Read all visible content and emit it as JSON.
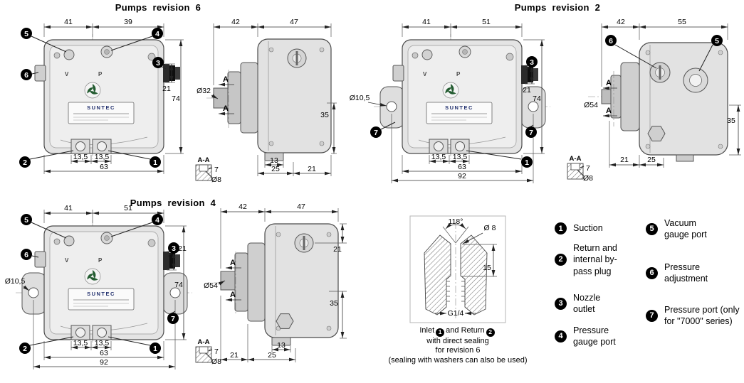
{
  "titles": {
    "rev6": "Pumps revision 6",
    "rev2": "Pumps revision 2",
    "rev4": "Pumps revision 4"
  },
  "brand": "SUNTEC",
  "face": {
    "v": "V",
    "p": "P"
  },
  "section_arrow": "A",
  "callouts": {
    "c1": "1",
    "c2": "2",
    "c3": "3",
    "c4": "4",
    "c5": "5",
    "c6": "6",
    "c7": "7"
  },
  "rev6": {
    "front": {
      "top1": "41",
      "top2": "39",
      "right1": "21",
      "right2": "74",
      "bot1": "13,5",
      "bot2": "13,5",
      "bot3": "63"
    },
    "side": {
      "top1": "42",
      "top2": "47",
      "dia": "Ø32",
      "right1": "35",
      "bot1": "13",
      "bot2": "25",
      "bot3": "21"
    },
    "section": {
      "label": "A-A",
      "depth": "7",
      "dia": "Ø8"
    }
  },
  "rev2": {
    "front": {
      "top1": "41",
      "top2": "51",
      "right1": "21",
      "right2": "74",
      "dia": "Ø10,5",
      "bot1": "13,5",
      "bot2": "13,5",
      "bot3": "63",
      "bot4": "92"
    },
    "side": {
      "top1": "42",
      "top2": "55",
      "dia": "Ø54",
      "right1": "35",
      "bot1": "21",
      "bot2": "25"
    },
    "section": {
      "label": "A-A",
      "depth": "7",
      "dia": "Ø8"
    }
  },
  "rev4": {
    "front": {
      "top1": "41",
      "top2": "51",
      "right1": "21",
      "right2": "74",
      "dia": "Ø10,5",
      "bot1": "13,5",
      "bot2": "13,5",
      "bot3": "63",
      "bot4": "92"
    },
    "side": {
      "top1": "42",
      "top2": "47",
      "dia": "Ø54",
      "right1": "21",
      "right2": "35",
      "bot1": "13",
      "bot2": "21",
      "bot3": "25"
    },
    "section": {
      "label": "A-A",
      "depth": "7",
      "dia": "Ø8"
    }
  },
  "nozzle": {
    "angle": "118°",
    "dia": "Ø 8",
    "depth": "15",
    "thread": "G1/4",
    "caption": {
      "inlet": "Inlet",
      "and_return": "and Return",
      "line2": "with direct sealing",
      "line3": "for revision 6",
      "line4": "(sealing with washers can also be used)"
    }
  },
  "legend": [
    {
      "num": "1",
      "label": "Suction"
    },
    {
      "num": "2",
      "label": "Return and internal by-pass plug"
    },
    {
      "num": "3",
      "label": "Nozzle outlet"
    },
    {
      "num": "4",
      "label": "Pressure gauge port"
    },
    {
      "num": "5",
      "label": "Vacuum gauge port"
    },
    {
      "num": "6",
      "label": "Pressure adjustment"
    },
    {
      "num": "7",
      "label": "Pressure port (only for \"7000\" series)"
    }
  ]
}
